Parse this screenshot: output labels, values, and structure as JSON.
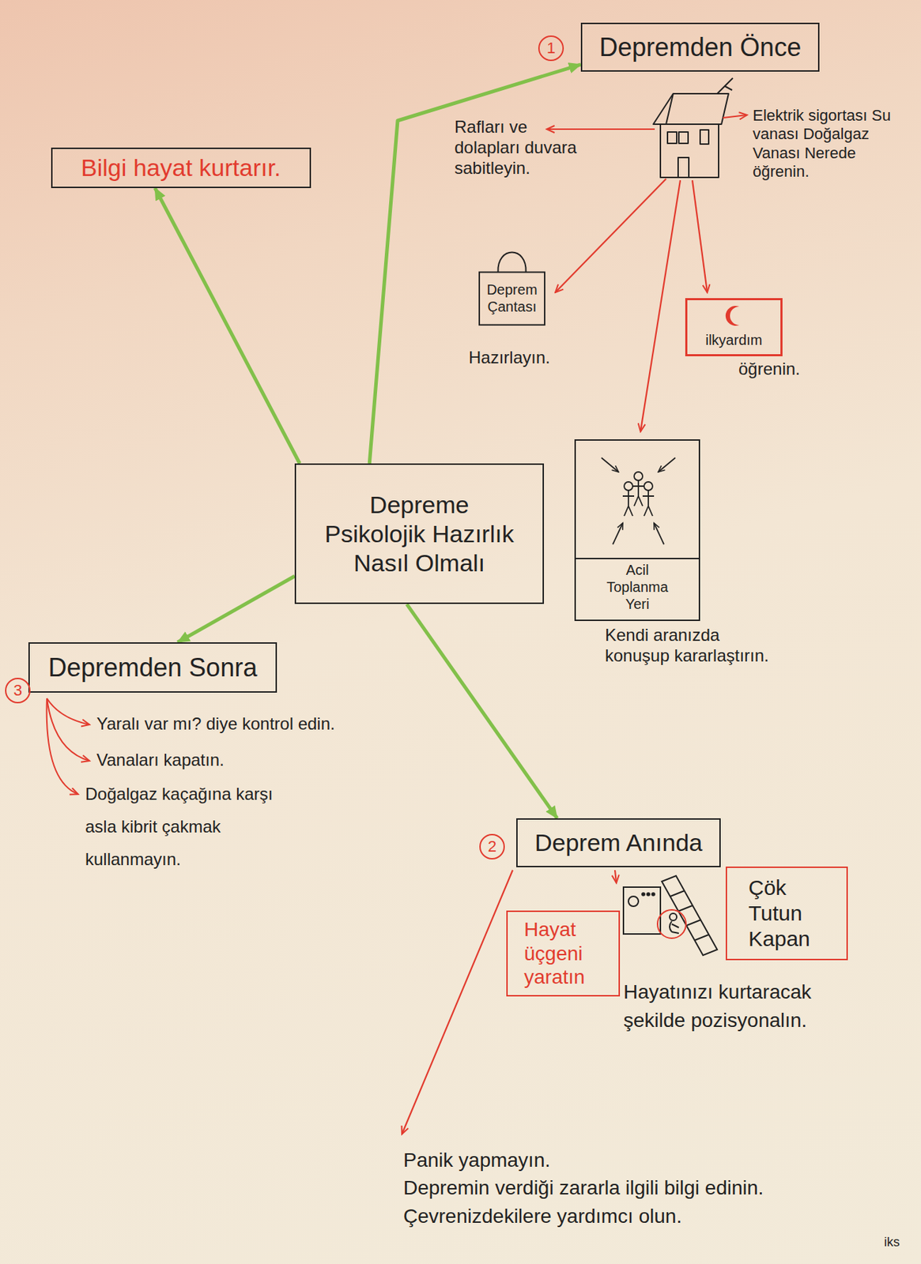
{
  "diagram": {
    "nodes": [
      {
        "text": [
          "Depremden Önce"
        ]
      },
      {
        "text": [
          "Bilgi hayat kurtarır."
        ]
      },
      {
        "text": [
          "Deprem Çantası",
          "Hazırlayın."
        ]
      },
      {
        "text": [
          "ilkyardım",
          "öğrenin."
        ]
      },
      {
        "text": [
          "Depreme Psikolojik Hazırlık Nasıl Olmalı"
        ]
      },
      {
        "text": [
          "Acil Toplanma Yeri",
          "Kendi aranızda konuşup kararlaştırın."
        ]
      },
      {
        "text": [
          "Depremden Sonra"
        ]
      },
      {
        "text": [
          "Deprem Anında"
        ]
      },
      {
        "text": [
          "Hayat üçgeni yaratın"
        ]
      },
      {
        "text": [
          "Çök Tutun Kapan"
        ]
      }
    ],
    "edges": [
      {
        "from": 4,
        "to": 1,
        "arrow": "to"
      },
      {
        "from": 4,
        "to": 0,
        "arrow": "to"
      },
      {
        "from": 4,
        "to": 6,
        "arrow": "to"
      },
      {
        "from": 4,
        "to": 7,
        "arrow": "to"
      }
    ],
    "labels": [
      "1",
      "Rafları ve dolapları duvara sabitleyin.",
      "Elektrik sigortası Su vanası Doğalgaz Vanası Nerede öğrenin.",
      "3",
      "Yaralı var mı? diye kontrol edin.",
      "Vanaları kapatın.",
      "Doğalgaz kaçağına karşı asla kibrit çakmak kullanmayın.",
      "2",
      "Hayatınızı kurtaracak şekilde pozisyonalın.",
      "Panik yapmayın.",
      "Depremin verdiği zararla ilgili bilgi edinin.",
      "Çevrenizdekilere yardımcı olun.",
      "iks"
    ]
  }
}
